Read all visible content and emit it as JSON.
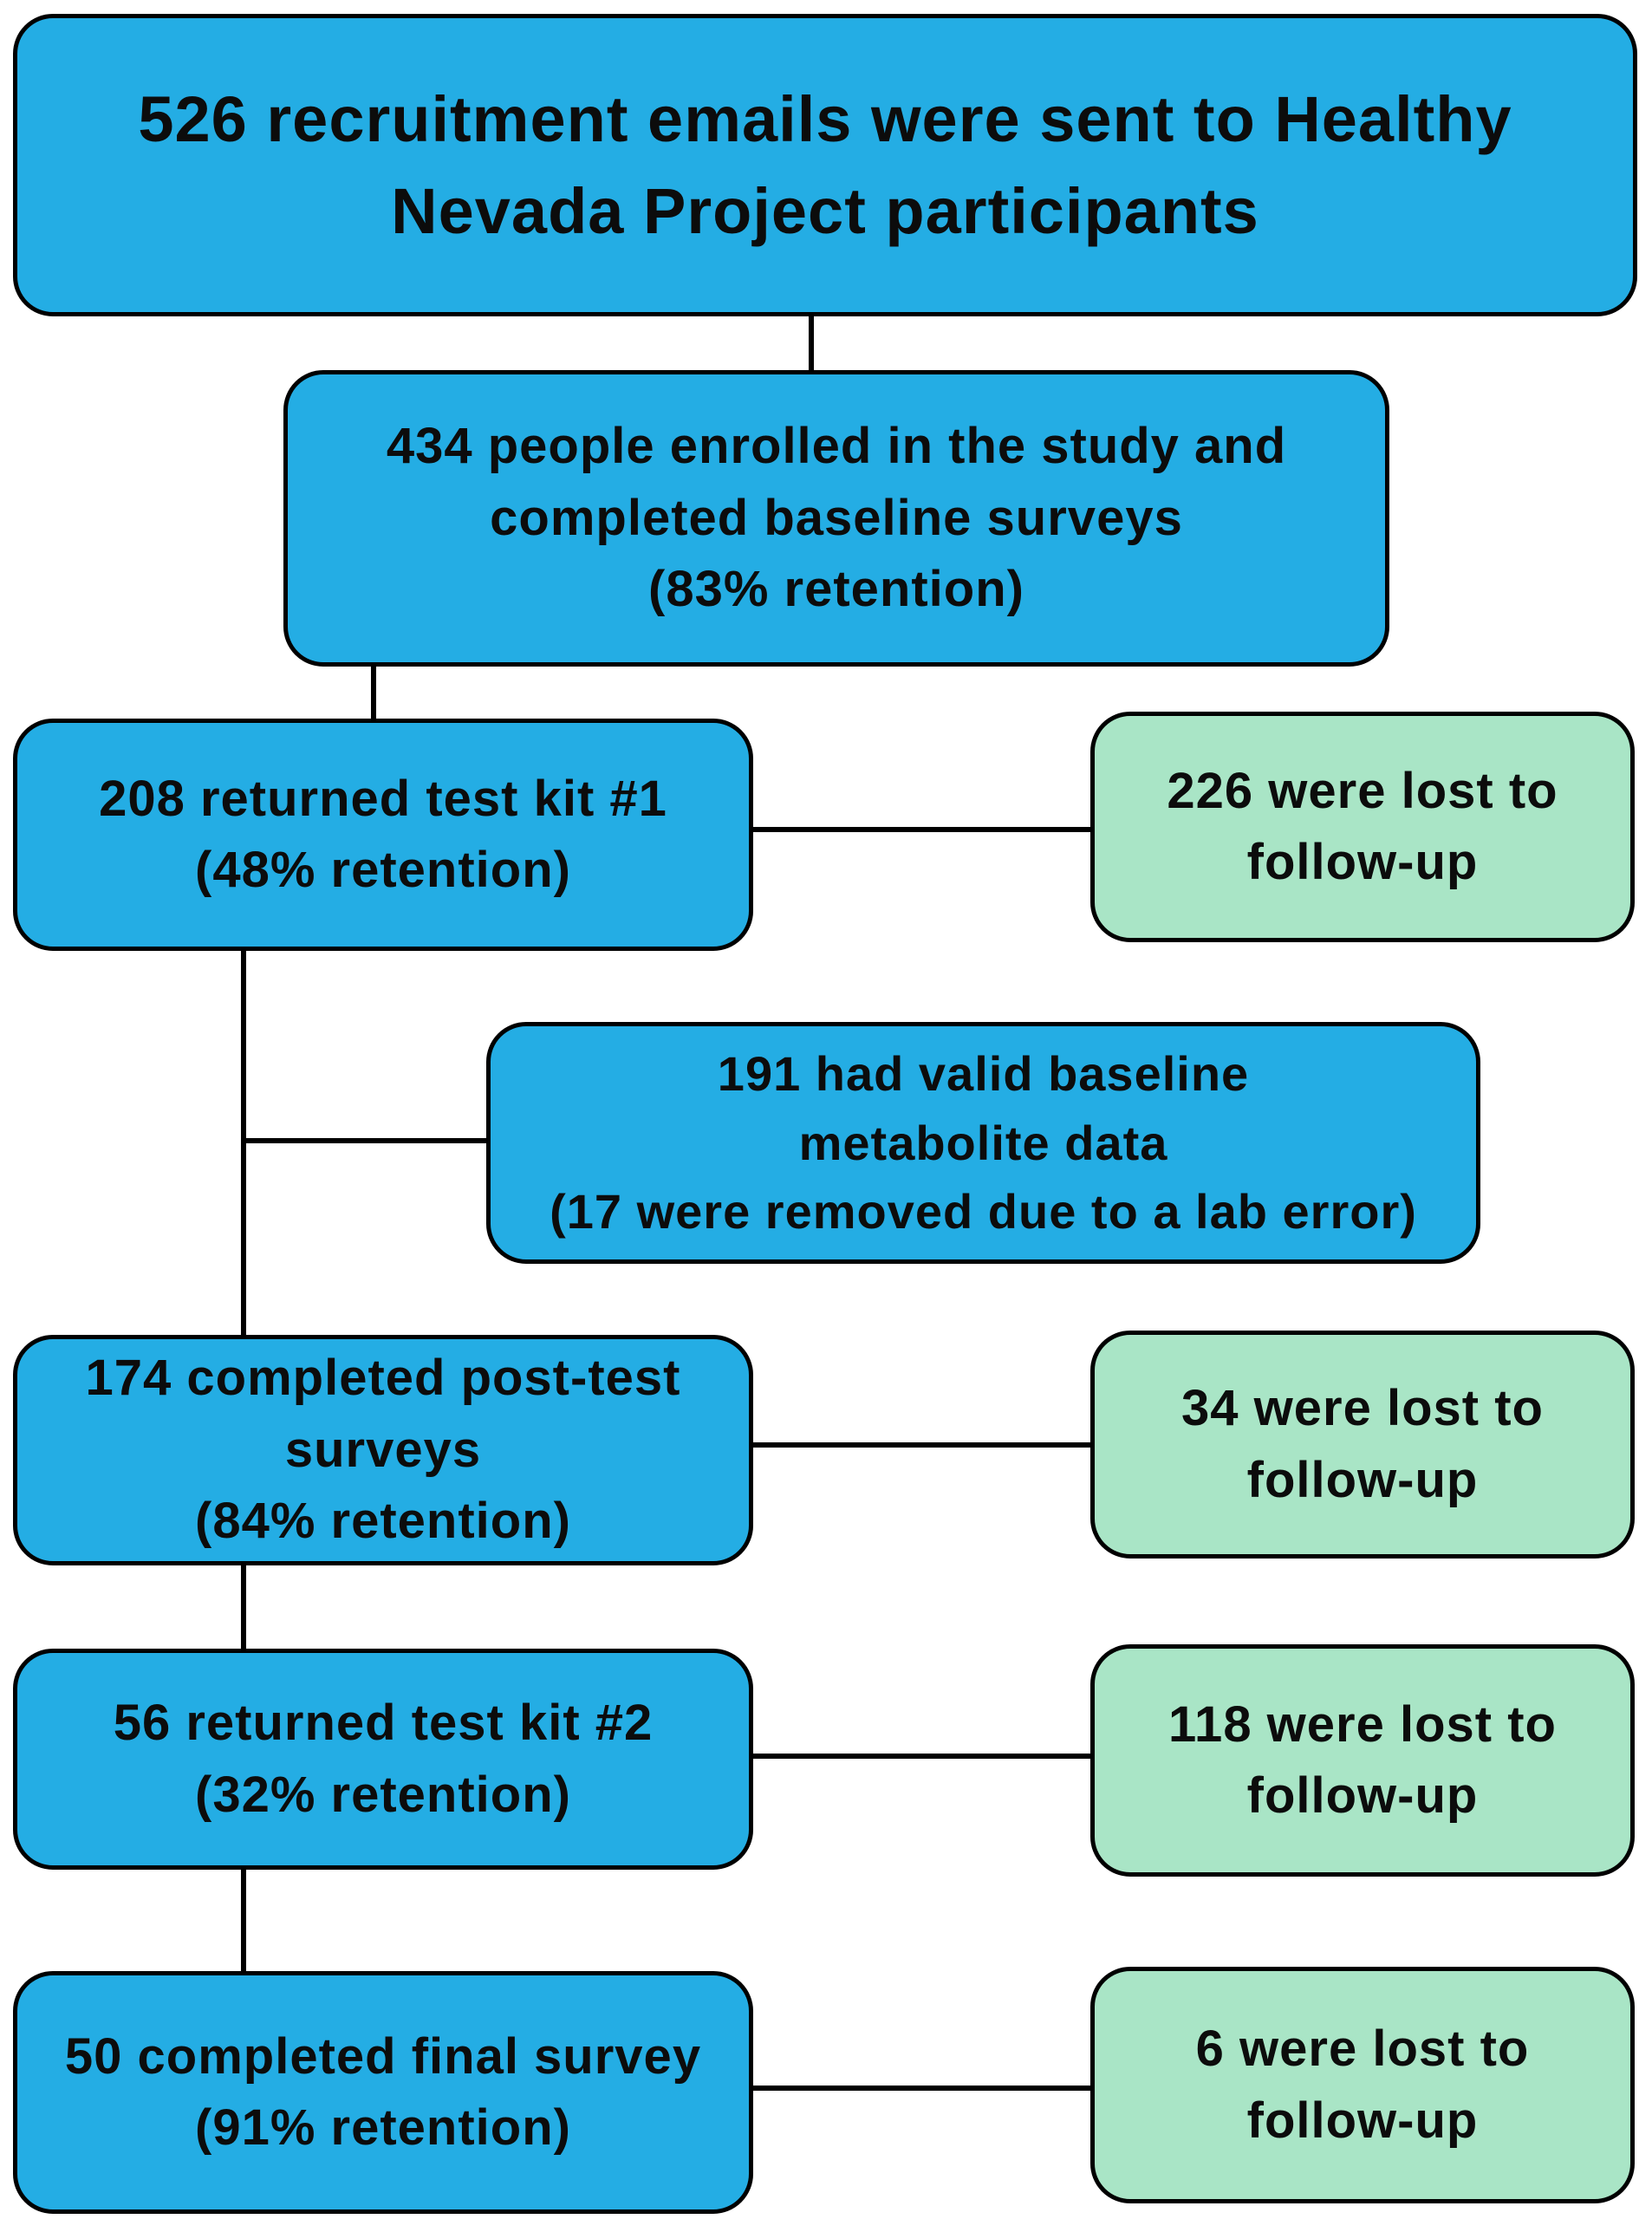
{
  "colors": {
    "main_fill": "#24ADE4",
    "side_fill": "#A9E5C6",
    "stroke": "#000000"
  },
  "nodes": {
    "recruited": {
      "lines": [
        "526 recruitment emails were sent to Healthy",
        "Nevada Project participants"
      ]
    },
    "enrolled": {
      "lines": [
        "434 people enrolled in the study and",
        "completed baseline surveys",
        "(83% retention)"
      ]
    },
    "kit1": {
      "lines": [
        "208 returned test kit #1",
        "(48% retention)"
      ]
    },
    "lost1": {
      "lines": [
        "226 were lost to",
        "follow-up"
      ]
    },
    "metabolite": {
      "lines": [
        "191 had valid baseline",
        "metabolite data",
        "(17 were removed due to a lab error)"
      ]
    },
    "posttest": {
      "lines": [
        "174 completed post-test",
        "surveys",
        "(84% retention)"
      ]
    },
    "lost2": {
      "lines": [
        "34 were lost to",
        "follow-up"
      ]
    },
    "kit2": {
      "lines": [
        "56 returned test kit #2",
        "(32% retention)"
      ]
    },
    "lost3": {
      "lines": [
        "118 were lost to",
        "follow-up"
      ]
    },
    "final": {
      "lines": [
        "50 completed final survey",
        "(91% retention)"
      ]
    },
    "lost4": {
      "lines": [
        "6 were lost to",
        "follow-up"
      ]
    }
  }
}
